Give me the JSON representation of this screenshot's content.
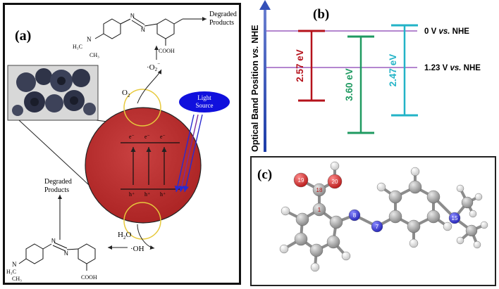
{
  "panel_a": {
    "label": "(a)",
    "light_source": [
      "Light",
      "Source"
    ],
    "o2": "O",
    "o2_sub": "2",
    "superoxide": "·O",
    "superoxide_sup": "2",
    "superoxide_tail": "⁻",
    "h2o": "H",
    "h2o_sub": "2",
    "h2o_tail": "O",
    "hydroxyl": "·OH",
    "degraded_top": [
      "Degraded",
      "Products"
    ],
    "degraded_left": [
      "Degraded",
      "Products"
    ],
    "electron": "e⁻",
    "hole": "h⁺",
    "mol_top": {
      "n_methyl": [
        "H₃C",
        "N",
        "CH₃"
      ],
      "acid": "COOH"
    },
    "mol_bottom": {
      "n_methyl": [
        "H₃C",
        "N",
        "CH₃"
      ],
      "acid": "COOH"
    }
  },
  "panel_b": {
    "label": "(b)",
    "ylabel": "Optical Band Position ",
    "ylabel_italic": "vs.",
    "ylabel_tail": " NHE",
    "ref_lines": [
      {
        "pre": "0 V ",
        "vs": "vs.",
        "post": " NHE"
      },
      {
        "pre": "1.23 V ",
        "vs": "vs.",
        "post": " NHE"
      }
    ],
    "bands": [
      {
        "gap": "2.57 eV",
        "color": "#b5121b"
      },
      {
        "gap": "3.60 eV",
        "color": "#1f9a61"
      },
      {
        "gap": "2.47 eV",
        "color": "#22b3c7"
      }
    ],
    "ref_line_color": "#9b5fbf"
  },
  "panel_c": {
    "label": "(c)",
    "atom_labels": {
      "o19": "19",
      "o20": "20",
      "c18": "18",
      "c1": "1",
      "n8": "8",
      "n7": "7",
      "n15": "15"
    },
    "colors": {
      "carbon": "#9a9a9a",
      "oxygen": "#cc2222",
      "nitrogen": "#3333cc",
      "hydrogen": "#f2f2f2"
    }
  }
}
